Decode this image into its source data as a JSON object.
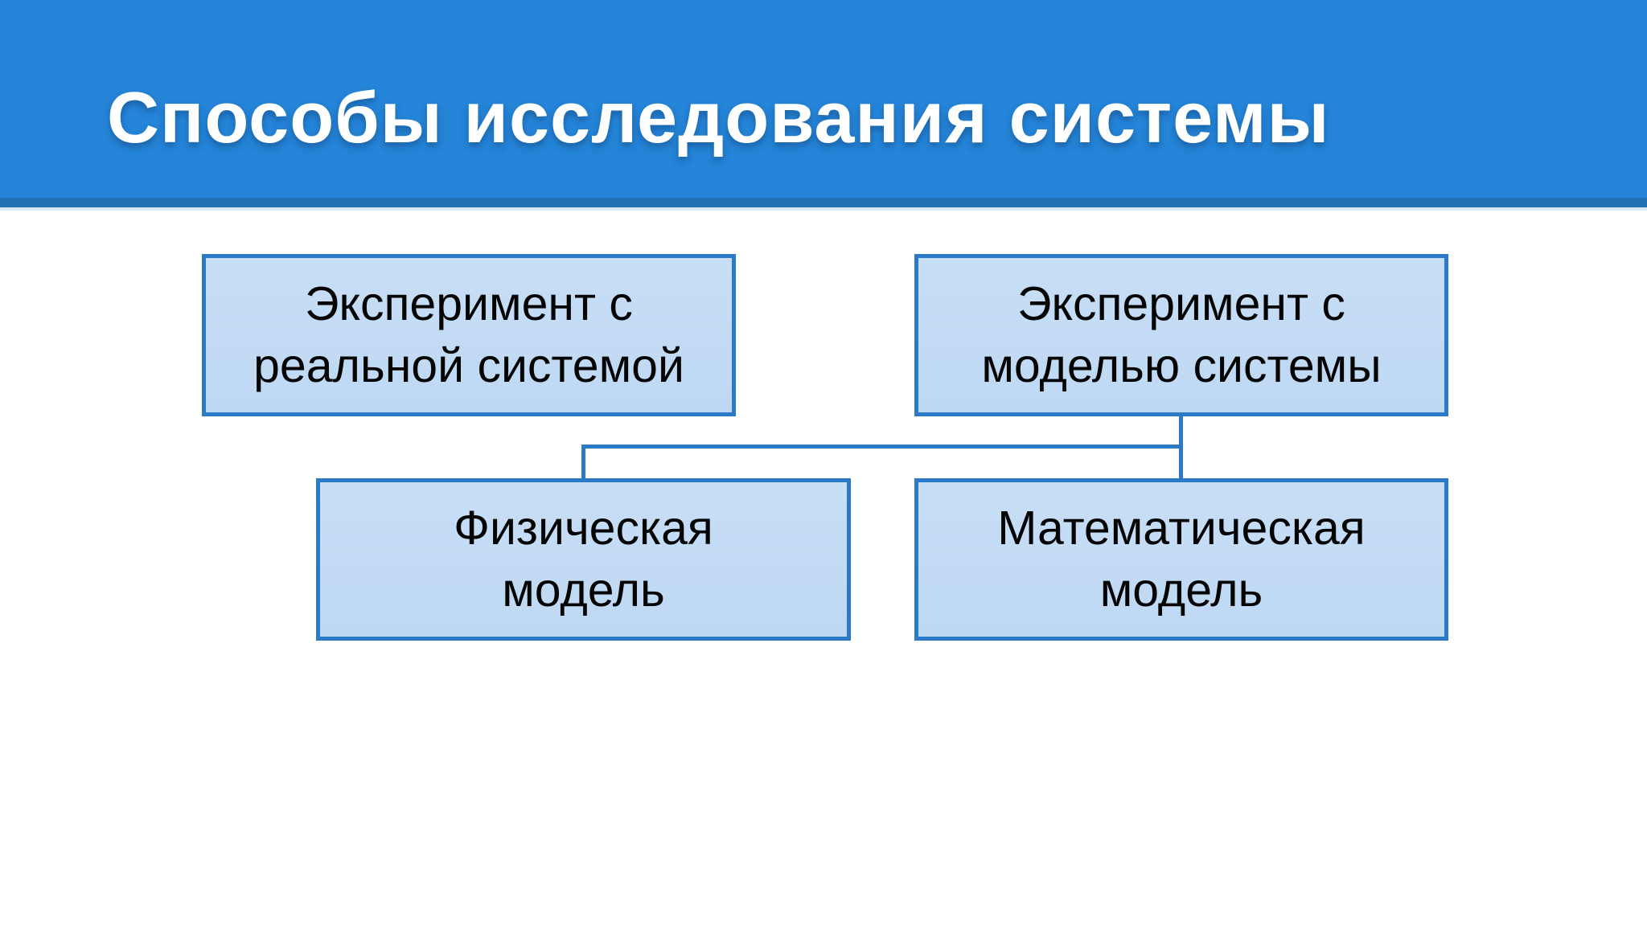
{
  "slide": {
    "title": "Способы исследования системы",
    "boxes": [
      {
        "id": "experiment-real",
        "label": "Эксперимент с\nреальной системой"
      },
      {
        "id": "experiment-model",
        "label": "Эксперимент с\nмоделью системы"
      },
      {
        "id": "physical-model",
        "label": "Физическая\nмодель"
      },
      {
        "id": "mathematical-model",
        "label": "Математическая\nмодель"
      }
    ],
    "connections": [
      {
        "from": "experiment-model",
        "to": "physical-model"
      },
      {
        "from": "experiment-model",
        "to": "mathematical-model"
      }
    ],
    "colors": {
      "header_blue": "#2585d9",
      "header_stripe": "#2171b5",
      "header_underline": "#d9e7f5",
      "title_text": "#ffffff",
      "box_fill": "#c2dbf4",
      "box_border": "#2b7ac8",
      "connector": "#2b7ac8",
      "box_text": "#050505",
      "background": "#ffffff"
    }
  }
}
